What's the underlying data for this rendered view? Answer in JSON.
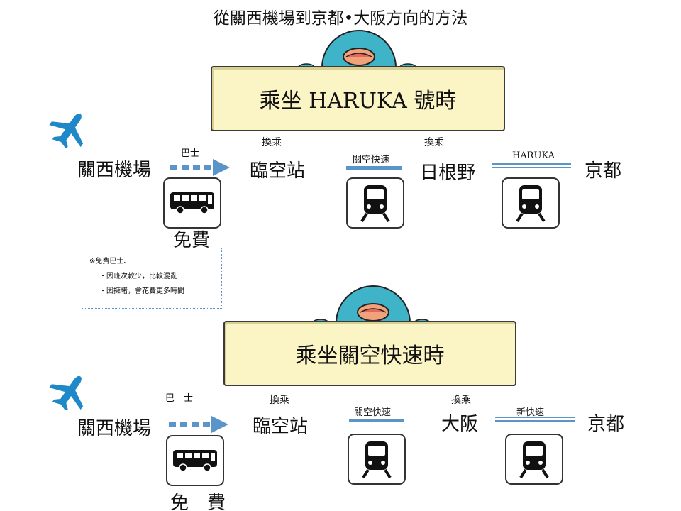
{
  "title": "從關西機場到京都•大阪方向的方法",
  "icons": {
    "airplane": "airplane-icon",
    "bus": "bus-icon",
    "train": "train-icon",
    "mascot": "mascot-icon"
  },
  "colors": {
    "sign_fill": "#fbf4c4",
    "route_line": "#5b94c8",
    "mascot_blue": "#3fb3c8"
  },
  "route1": {
    "sign": "乘坐 HARUKA 號時",
    "origin": "關西機場",
    "bus_label": "巴士",
    "free": "免費",
    "stop1": "臨空站",
    "transfer1": "換乘",
    "line1": "關空快速",
    "stop2": "日根野",
    "transfer2": "換乘",
    "line2": "HARUKA",
    "destination": "京都"
  },
  "note": {
    "heading": "※免費巴士、",
    "line1": "・因班次較少，比較混亂",
    "line2": "・因擁堵，會花費更多時間"
  },
  "route2": {
    "sign": "乘坐關空快速時",
    "origin": "關西機場",
    "bus_label": "巴　士",
    "free": "免　費",
    "stop1": "臨空站",
    "transfer1": "換乘",
    "line1": "關空快速",
    "stop2": "大阪",
    "transfer2": "換乘",
    "line2": "新快速",
    "destination": "京都"
  }
}
